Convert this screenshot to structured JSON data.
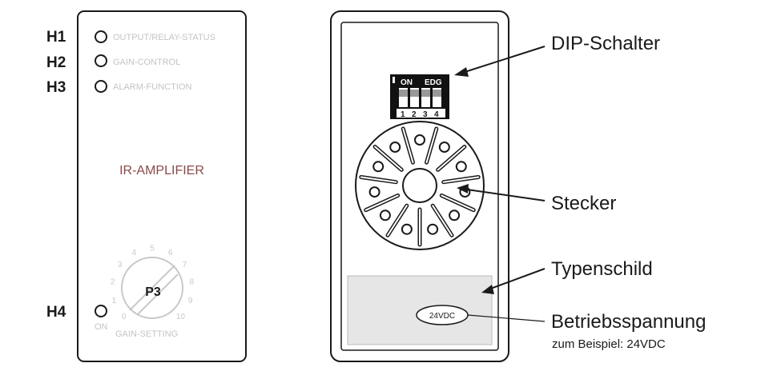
{
  "left_panel": {
    "indicators": [
      {
        "id": "H1",
        "text": "OUTPUT/RELAY-STATUS"
      },
      {
        "id": "H2",
        "text": "GAIN-CONTROL"
      },
      {
        "id": "H3",
        "text": "ALARM-FUNCTION"
      }
    ],
    "title": "IR-AMPLIFIER",
    "potentiometer": {
      "label": "P3",
      "scale": [
        "0",
        "1",
        "2",
        "3",
        "4",
        "5",
        "6",
        "7",
        "8",
        "9",
        "10"
      ],
      "caption": "GAIN-SETTING"
    },
    "h4": {
      "id": "H4",
      "text": "ON"
    }
  },
  "right_panel": {
    "dip": {
      "on_label": "ON",
      "edg_label": "EDG",
      "numbers": [
        "1",
        "2",
        "3",
        "4"
      ]
    },
    "voltage_badge": "24VDC"
  },
  "callouts": {
    "dip": "DIP-Schalter",
    "connector": "Stecker",
    "nameplate": "Typenschild",
    "supply": "Betriebsspannung",
    "supply_example": "zum Beispiel: 24VDC"
  }
}
